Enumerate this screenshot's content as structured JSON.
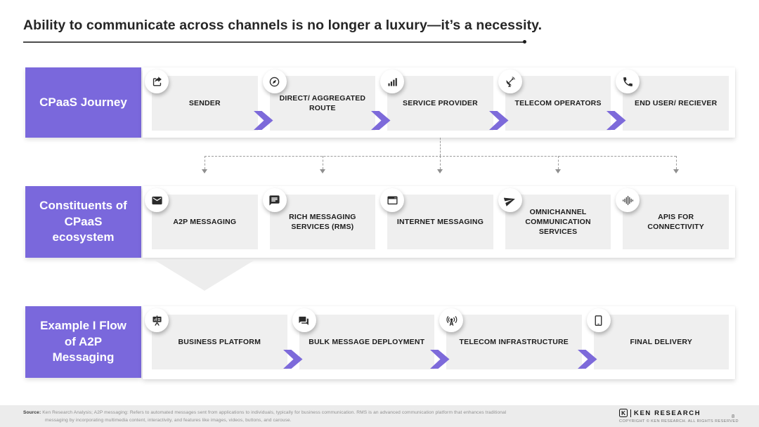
{
  "slide": {
    "title": "Ability to communicate across channels is no longer a luxury—it’s a necessity."
  },
  "rows": [
    {
      "label": "CPaaS Journey",
      "flow": true,
      "cards": [
        {
          "label": "SENDER",
          "icon": "share-icon"
        },
        {
          "label": "DIRECT/ AGGREGATED ROUTE",
          "icon": "compass-icon"
        },
        {
          "label": "SERVICE PROVIDER",
          "icon": "bar-chart-icon"
        },
        {
          "label": "TELECOM OPERATORS",
          "icon": "satellite-dish-icon"
        },
        {
          "label": "END USER/ RECIEVER",
          "icon": "phone-icon"
        }
      ]
    },
    {
      "label": "Constituents of CPaaS ecosystem",
      "flow": false,
      "cards": [
        {
          "label": "A2P MESSAGING",
          "icon": "envelope-icon"
        },
        {
          "label": "RICH MESSAGING SERVICES (RMS)",
          "icon": "chat-lines-icon"
        },
        {
          "label": "INTERNET MESSAGING",
          "icon": "browser-window-icon"
        },
        {
          "label": "OMNICHANNEL COMMUNICATION SERVICES",
          "icon": "paper-plane-icon"
        },
        {
          "label": "APIS FOR CONNECTIVITY",
          "icon": "waveform-icon"
        }
      ]
    },
    {
      "label": "Example I Flow of A2P Messaging",
      "flow": true,
      "cards": [
        {
          "label": "BUSINESS PLATFORM",
          "icon": "presentation-icon"
        },
        {
          "label": "BULK MESSAGE DEPLOYMENT",
          "icon": "chat-bubbles-icon"
        },
        {
          "label": "TELECOM INFRASTRUCTURE",
          "icon": "radio-tower-icon"
        },
        {
          "label": "FINAL DELIVERY",
          "icon": "smartphone-icon"
        }
      ]
    }
  ],
  "footer": {
    "source_label": "Source:",
    "source_line1": "Ken Research Analysis; A2P messaging: Refers to automated messages sent from applications to individuals, typically for business communication. RMS is an advanced communication platform that enhances traditional",
    "source_line2": "messaging by incorporating multimedia content, interactivity, and features like images, videos, buttons, and carouse.",
    "logo_mark": "K",
    "logo_text": "KEN RESEARCH",
    "copyright": "COPYRIGHT © KEN RESEARCH. ALL RIGHTS RESERVED",
    "page_number": "8"
  },
  "colors": {
    "accent_purple": "#7a68dc",
    "flow_arrow": "#7d6ada",
    "card_gray": "#efefef",
    "connector_gray": "#9b9b9b"
  }
}
